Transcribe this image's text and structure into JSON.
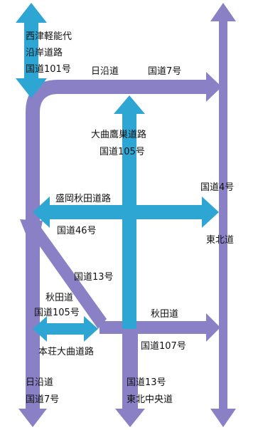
{
  "colors": {
    "purple_road": "#8a80c6",
    "blue_road": "#2ea6d4",
    "background": "#ffffff"
  },
  "labels": {
    "top_left_line1": "西津軽能代",
    "top_left_line2": "沿岸道路",
    "top_left_line3": "国道101号",
    "nisshindo_top": "日沿道",
    "route7_top": "国道7号",
    "omagari_line1": "大曲鷹巣道路",
    "omagari_line2": "国道105号",
    "route4": "国道4号",
    "morioka": "盛岡秋田道路",
    "route46": "国道46号",
    "tohokudo": "東北道",
    "route13_mid": "国道13号",
    "akitado_left": "秋田道",
    "route105_left": "国道105号",
    "akitado_right": "秋田道",
    "route107": "国道107号",
    "honjo": "本荘大曲道路",
    "nisshindo_bottom": "日沿道",
    "route7_bottom": "国道7号",
    "route13_bottom": "国道13号",
    "tohoku_chuo": "東北中央道"
  }
}
